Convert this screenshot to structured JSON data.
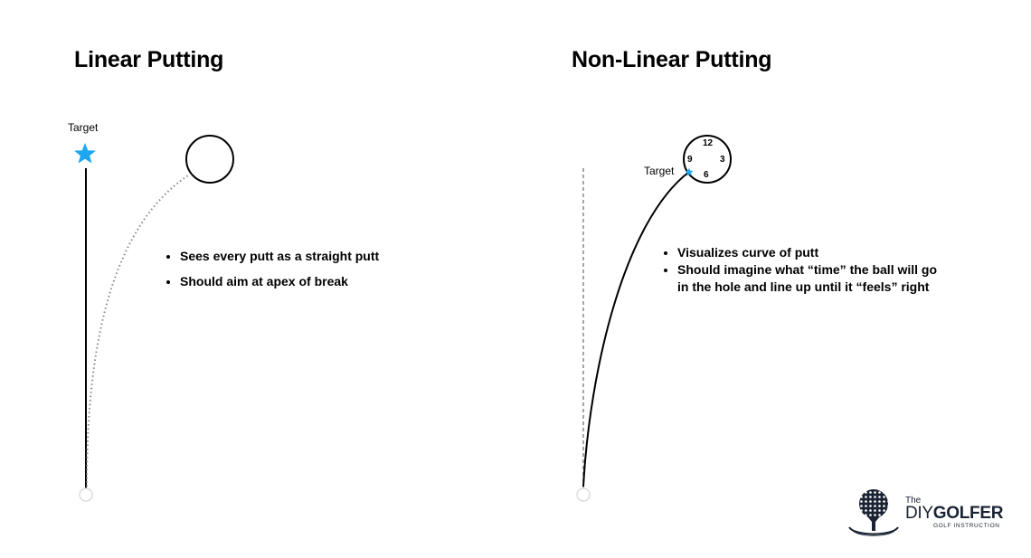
{
  "panels": {
    "left": {
      "title": "Linear Putting",
      "target_label": "Target",
      "bullets": [
        "Sees every putt as a straight putt",
        "Should aim at apex of break"
      ]
    },
    "right": {
      "title": "Non-Linear Putting",
      "target_label": "Target",
      "clock": {
        "n12": "12",
        "n3": "3",
        "n6": "6",
        "n9": "9"
      },
      "bullets": [
        "Visualizes curve of putt",
        "Should imagine what “time” the ball will go in the hole and line up until it “feels” right"
      ]
    }
  },
  "logo": {
    "the": "The",
    "diy": "DIY",
    "golfer": "GOLFER",
    "subtitle": "GOLF INSTRUCTION"
  },
  "colors": {
    "target_star": "#1ea7f0",
    "line": "#000000",
    "dotted_line": "#888888",
    "logo": "#1a2333"
  }
}
